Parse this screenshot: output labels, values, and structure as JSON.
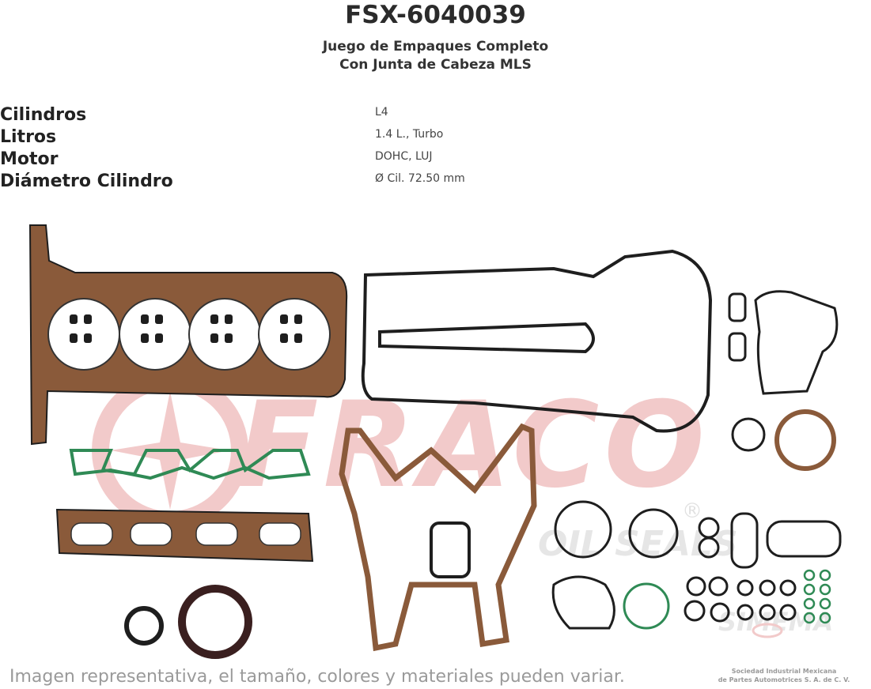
{
  "header": {
    "part_number": "FSX-6040039",
    "description_line1": "Juego de Empaques Completo",
    "description_line2": "Con Junta de Cabeza MLS"
  },
  "specs": [
    {
      "label": "Cilindros",
      "value": "L4"
    },
    {
      "label": "Litros",
      "value": "1.4 L., Turbo"
    },
    {
      "label": "Motor",
      "value": "DOHC, LUJ"
    },
    {
      "label": "Diámetro Cilindro",
      "value": "Ø Cil. 72.50 mm"
    }
  ],
  "watermark": {
    "brand": "FRACO",
    "tagline": "OIL SEALS",
    "registered": "®",
    "maker": "SIMEMA",
    "company_line1": "Sociedad Industrial Mexicana",
    "company_line2": "de Partes Automotrices S. A. de C. V."
  },
  "footer": {
    "disclaimer": "Imagen representativa, el tamaño, colores y materiales pueden variar."
  },
  "colors": {
    "copper": "#8a5a3a",
    "black_rubber": "#1e1e1e",
    "green_rubber": "#2f8a55",
    "watermark_red": "#e8a0a0"
  }
}
